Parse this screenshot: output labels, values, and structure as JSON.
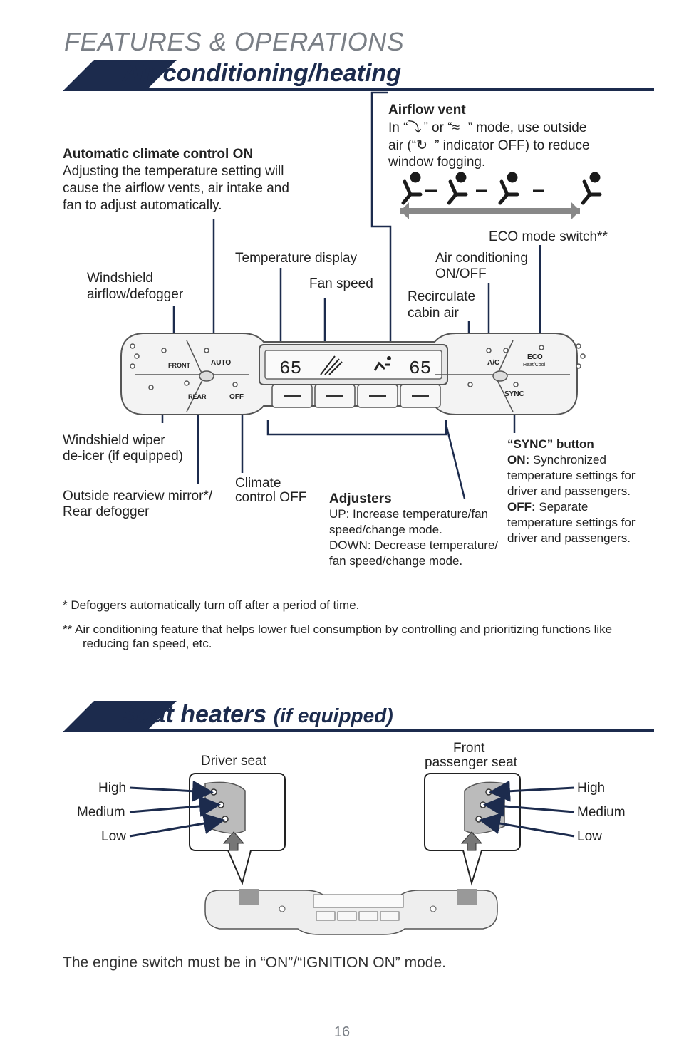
{
  "header": {
    "title": "FEATURES & OPERATIONS"
  },
  "section_ac": {
    "title": "Air conditioning/heating",
    "airflow_vent": {
      "title": "Airflow vent",
      "line1_a": "In “",
      "line1_b": "” or “",
      "line1_c": "” mode, use outside",
      "line2_a": "air (“",
      "line2_b": "” indicator OFF) to reduce",
      "line3": "window fogging."
    },
    "auto_on": {
      "title": "Automatic climate control ON",
      "lines": [
        "Adjusting the temperature setting will",
        "cause the airflow vents, air intake and",
        "fan to adjust automatically."
      ]
    },
    "eco_switch": "ECO mode switch**",
    "temperature_display": "Temperature display",
    "ac_onoff": [
      "Air conditioning",
      "ON/OFF"
    ],
    "windshield_airflow": [
      "Windshield",
      "airflow/defogger"
    ],
    "fan_speed": "Fan speed",
    "recirculate": [
      "Recirculate",
      "cabin air"
    ],
    "wiper_deicer": [
      "Windshield wiper",
      "de-icer (if equipped)"
    ],
    "climate_off": [
      "Climate",
      "control OFF"
    ],
    "mirror_defogger": [
      "Outside rearview mirror*/",
      "Rear defogger"
    ],
    "adjusters": {
      "title": "Adjusters",
      "lines": [
        "UP: Increase temperature/fan",
        "speed/change mode.",
        "DOWN: Decrease temperature/",
        "fan speed/change mode."
      ]
    },
    "sync": {
      "title": "“SYNC” button",
      "on_label": "ON:",
      "on_lines": [
        " Synchronized",
        "temperature settings for",
        "driver and passengers."
      ],
      "off_label": "OFF:",
      "off_lines": [
        " Separate",
        "temperature settings for",
        "driver and passengers."
      ]
    },
    "panel": {
      "temp_left": "65",
      "temp_right": "65",
      "btn_front": "FRONT",
      "btn_auto": "AUTO",
      "btn_rear": "REAR",
      "btn_off": "OFF",
      "btn_ac": "A/C",
      "btn_eco": "ECO",
      "btn_eco_sub": "Heat/Cool",
      "btn_sync": "SYNC"
    },
    "footnote1": "* Defoggers automatically turn off after a period of time.",
    "footnote2_a": "** Air conditioning feature that helps lower fuel consumption by controlling and prioritizing functions like",
    "footnote2_b": "reducing fan speed, etc."
  },
  "section_seat": {
    "title": "Seat heaters",
    "title_suffix": "(if equipped)",
    "driver_seat": "Driver seat",
    "passenger_seat": [
      "Front",
      "passenger seat"
    ],
    "levels_left": [
      "High",
      "Medium",
      "Low"
    ],
    "levels_right": [
      "High",
      "Medium",
      "Low"
    ]
  },
  "footer": {
    "note": "The engine switch must be in “ON”/“IGNITION ON” mode.",
    "page_number": "16"
  },
  "colors": {
    "navy": "#1c2b4d",
    "gray_text": "#7a7f86",
    "line": "#1c2b4d"
  }
}
